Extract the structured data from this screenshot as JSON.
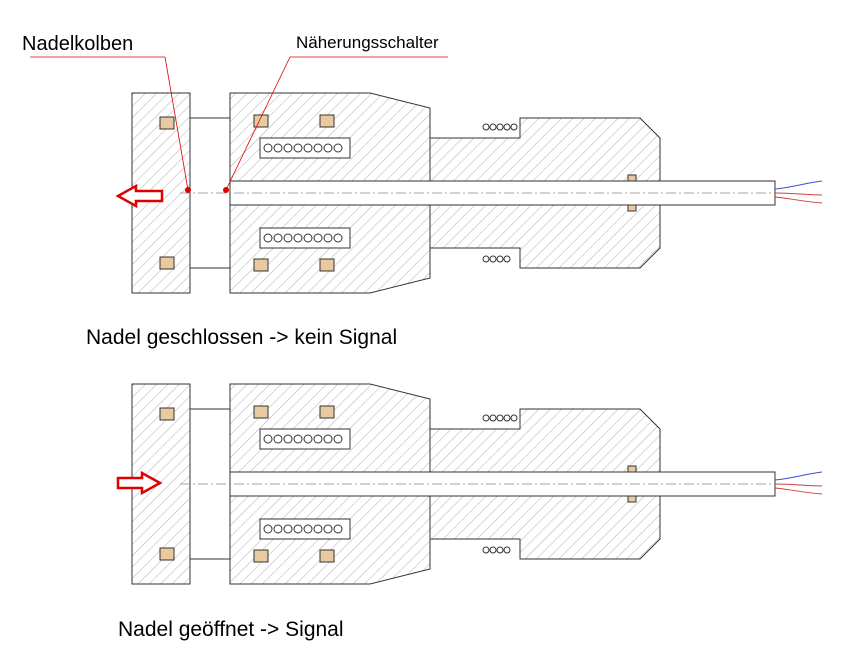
{
  "labels": {
    "needle_piston": "Nadelkolben",
    "proximity_switch": "Näherungsschalter"
  },
  "captions": {
    "closed": "Nadel geschlossen -> kein Signal",
    "open": "Nadel geöffnet -> Signal"
  },
  "colors": {
    "leader": "#e00000",
    "arrow": "#e00000",
    "seal": "#e8c9a0",
    "line": "#333333",
    "hatch": "#b0b0b0",
    "wire_red": "#d04040",
    "wire_blue": "#4050d0"
  },
  "states": [
    {
      "name": "closed",
      "arrow_direction": "left"
    },
    {
      "name": "open",
      "arrow_direction": "right"
    }
  ]
}
